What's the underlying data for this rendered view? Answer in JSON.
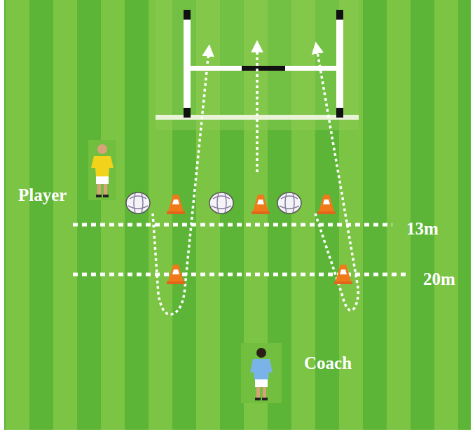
{
  "diagram": {
    "labels": [
      "Player",
      "13m",
      "20m",
      "Coach"
    ]
  }
}
